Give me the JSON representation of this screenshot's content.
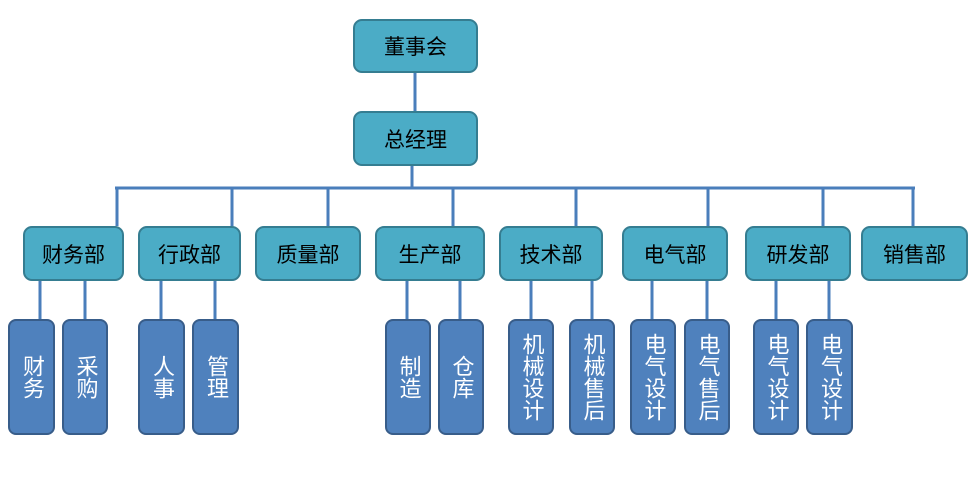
{
  "org": {
    "board": "董事会",
    "gm": "总经理",
    "departments": [
      "财务部",
      "行政部",
      "质量部",
      "生产部",
      "技术部",
      "电气部",
      "研发部",
      "销售部"
    ],
    "subunits": {
      "finance": [
        "财务",
        "采购"
      ],
      "admin": [
        "人事",
        "管理"
      ],
      "production": [
        "制造",
        "仓库"
      ],
      "tech": [
        "机械设计",
        "机械售后"
      ],
      "electrical": [
        "电气设计",
        "电气售后"
      ],
      "rnd": [
        "电气设计",
        "电气设计"
      ]
    }
  },
  "colors": {
    "upper_box": "#4bacc6",
    "lower_box": "#4f81bd",
    "connector": "#4a7ebb"
  }
}
